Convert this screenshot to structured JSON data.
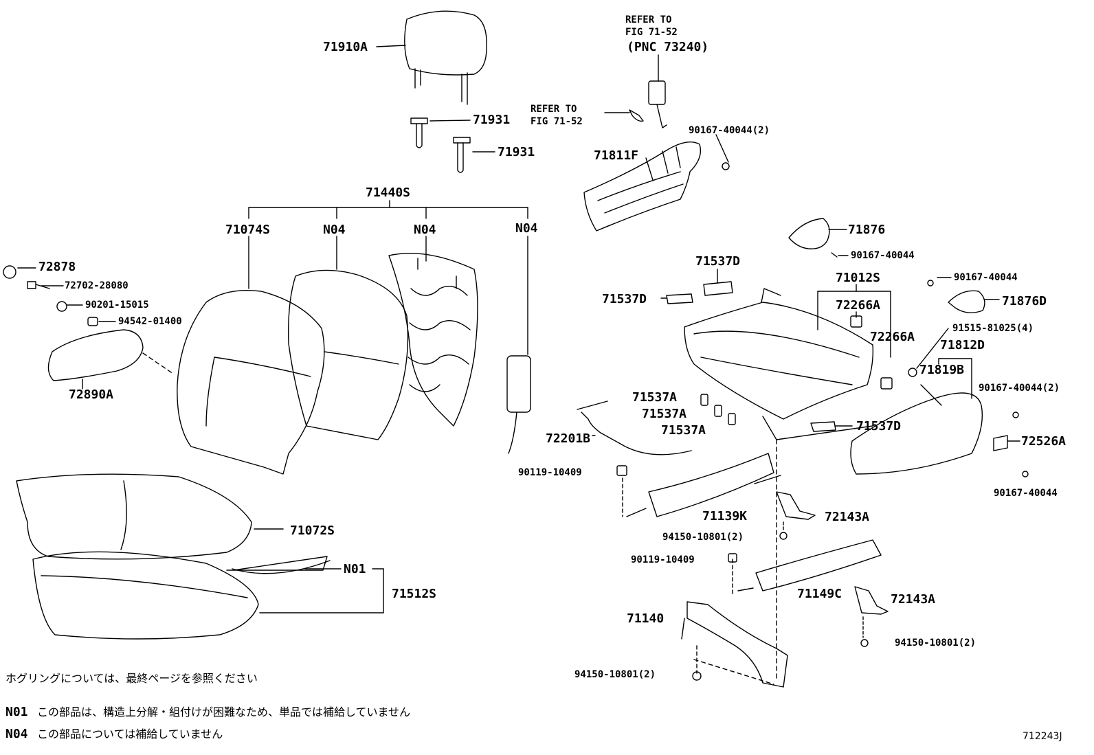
{
  "refer_fig": {
    "line1": "REFER TO",
    "line2": "FIG 71-52",
    "line3": "(PNC 73240)"
  },
  "refer_fig2": {
    "line1": "REFER TO",
    "line2": "FIG 71-52"
  },
  "parts": {
    "headrest": "71910A",
    "guide1": "71931",
    "guide2": "71931",
    "back_assy": "71440S",
    "back_cover": "71074S",
    "back_pad": "N04",
    "back_frame": "N04",
    "back_airbag": "N04",
    "cap": "72878",
    "screw": "72702-28080",
    "washer": "90201-15015",
    "nut_cap": "94542-01400",
    "armrest": "72890A",
    "seat_cushion_cover": "71072S",
    "heater": "N01",
    "cushion_assy": "71512S",
    "shield_inner": "71811F",
    "bolt_2": "90167-40044(2)",
    "cover_71876": "71876",
    "bolt_a": "90167-40044",
    "pad_71537d_top": "71537D",
    "pad_71537d_left": "71537D",
    "adjuster_assy": "71012S",
    "clip_a1": "72266A",
    "clip_a2": "72266A",
    "bolt_b": "90167-40044",
    "cover_71876d": "71876D",
    "screw_4": "91515-81025(4)",
    "shield_outer": "71812D",
    "bracket": "71819B",
    "bolt_c": "90167-40044(2)",
    "pad_a1": "71537A",
    "pad_a2": "71537A",
    "pad_a3": "71537A",
    "pad_71537d_bottom": "71537D",
    "knob": "72526A",
    "rod": "72201B",
    "bolt_d": "90167-40044",
    "bolt_90119_a": "90119-10409",
    "rail_cover_1": "71139K",
    "bracket_72143a_1": "72143A",
    "nut_2a": "94150-10801(2)",
    "bolt_90119_b": "90119-10409",
    "rail_cover_2": "71149C",
    "bracket_72143a_2": "72143A",
    "leg": "71140",
    "nut_2b": "94150-10801(2)",
    "nut_2c": "94150-10801(2)"
  },
  "notes": {
    "hog_ring": "ホグリングについては、最終ページを参照ください",
    "n01_code": "N01",
    "n01_text": "この部品は、構造上分解・組付けが困難なため、単品では補給していません",
    "n04_code": "N04",
    "n04_text": "この部品については補給していません"
  },
  "figure_id": "712243J"
}
